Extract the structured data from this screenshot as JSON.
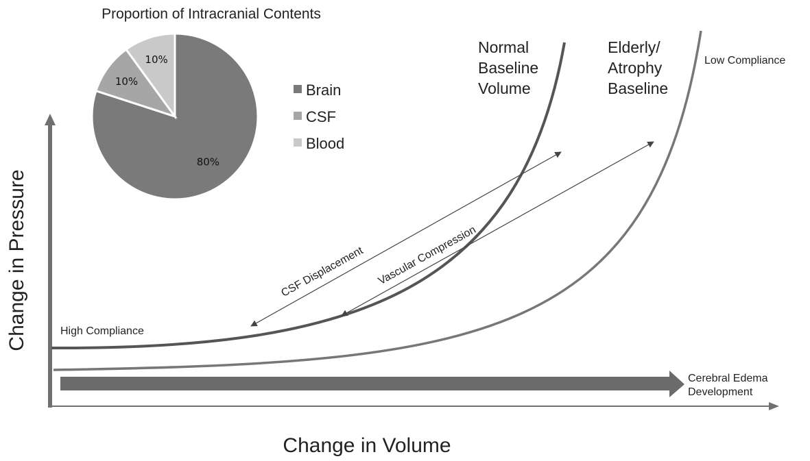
{
  "chart_data": [
    {
      "type": "pie",
      "title": "Proportion of Intracranial Contents",
      "slices": [
        {
          "label": "Brain",
          "value": 80,
          "value_label": "80%",
          "color": "#7a7a7a"
        },
        {
          "label": "CSF",
          "value": 10,
          "value_label": "10%",
          "color": "#a6a6a6"
        },
        {
          "label": "Blood",
          "value": 10,
          "value_label": "10%",
          "color": "#c9c9c9"
        }
      ],
      "legend_position": "right"
    },
    {
      "type": "line",
      "xlabel": "Change in Volume",
      "ylabel": "Change in Pressure",
      "series": [
        {
          "name": "Normal Baseline Volume",
          "name_lines": [
            "Normal",
            "Baseline",
            "Volume"
          ],
          "color": "#555555"
        },
        {
          "name": "Elderly/ Atrophy Baseline",
          "name_lines": [
            "Elderly/",
            "Atrophy",
            "Baseline"
          ],
          "color": "#777777"
        }
      ],
      "annotations": {
        "high_compliance": "High Compliance",
        "low_compliance": "Low Compliance",
        "csf_displacement": "CSF Displacement",
        "vascular_compression": "Vascular Compression",
        "edema_lines": [
          "Cerebral Edema",
          "Development"
        ]
      },
      "colors": {
        "axis": "#707070",
        "edema_arrow": "#6b6b6b",
        "thin_arrow": "#444444"
      }
    }
  ]
}
